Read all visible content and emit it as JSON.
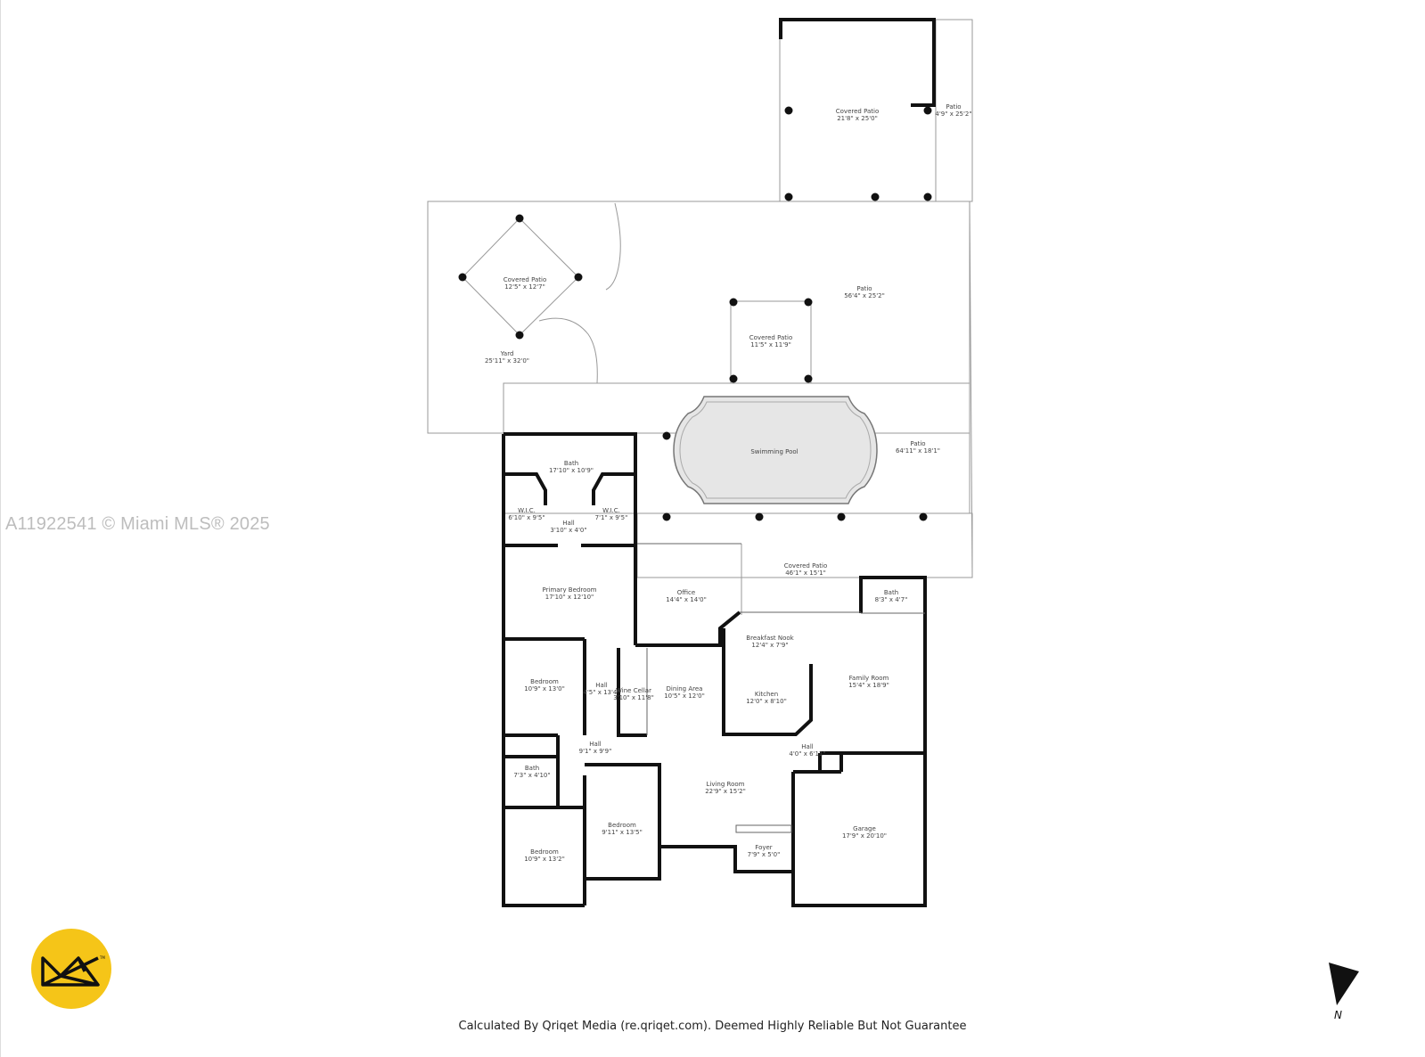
{
  "watermark": "A11922541 © Miami MLS® 2025",
  "footer": "Calculated By Qriqet Media (re.qriqet.com). Deemed Highly Reliable But Not Guarantee",
  "compass": "N",
  "logo_tm": "TM",
  "colors": {
    "logo": "#f5c518",
    "wall": "#111111",
    "line": "#888888",
    "pool": "#e6e6e6"
  },
  "rooms": [
    {
      "id": "covered-patio-top",
      "name": "Covered Patio",
      "dim": "21'8\" x 25'0\""
    },
    {
      "id": "patio-strip",
      "name": "Patio",
      "dim": "4'9\" x 25'2\""
    },
    {
      "id": "covered-patio-diamond",
      "name": "Covered Patio",
      "dim": "12'5\" x 12'7\""
    },
    {
      "id": "patio-large",
      "name": "Patio",
      "dim": "56'4\" x 25'2\""
    },
    {
      "id": "covered-patio-small",
      "name": "Covered Patio",
      "dim": "11'5\" x 11'9\""
    },
    {
      "id": "yard",
      "name": "Yard",
      "dim": "25'11\" x 32'0\""
    },
    {
      "id": "swimming-pool",
      "name": "Swimming Pool",
      "dim": ""
    },
    {
      "id": "patio-pool",
      "name": "Patio",
      "dim": "64'11\" x 18'1\""
    },
    {
      "id": "bath-primary",
      "name": "Bath",
      "dim": "17'10\" x 10'9\""
    },
    {
      "id": "wic-left",
      "name": "W.I.C.",
      "dim": "6'10\" x 9'5\""
    },
    {
      "id": "wic-right",
      "name": "W.I.C.",
      "dim": "7'1\" x 9'5\""
    },
    {
      "id": "hall-primary",
      "name": "Hall",
      "dim": "3'10\" x 4'0\""
    },
    {
      "id": "primary-bedroom",
      "name": "Primary Bedroom",
      "dim": "17'10\" x 12'10\""
    },
    {
      "id": "office",
      "name": "Office",
      "dim": "14'4\" x 14'0\""
    },
    {
      "id": "covered-patio-rear",
      "name": "Covered Patio",
      "dim": "46'1\" x 15'1\""
    },
    {
      "id": "bath-family",
      "name": "Bath",
      "dim": "8'3\" x 4'7\""
    },
    {
      "id": "breakfast-nook",
      "name": "Breakfast Nook",
      "dim": "12'4\" x 7'9\""
    },
    {
      "id": "family-room",
      "name": "Family Room",
      "dim": "15'4\" x 18'9\""
    },
    {
      "id": "bedroom-1",
      "name": "Bedroom",
      "dim": "10'9\" x 13'0\""
    },
    {
      "id": "hall-bedrooms",
      "name": "Hall",
      "dim": "4'5\" x 13'4\""
    },
    {
      "id": "wine-cellar",
      "name": "Wine Cellar",
      "dim": "3'10\" x 11'8\""
    },
    {
      "id": "dining-area",
      "name": "Dining Area",
      "dim": "10'5\" x 12'0\""
    },
    {
      "id": "kitchen",
      "name": "Kitchen",
      "dim": "12'0\" x 8'10\""
    },
    {
      "id": "hall-center",
      "name": "Hall",
      "dim": "9'1\" x 9'9\""
    },
    {
      "id": "hall-garage",
      "name": "Hall",
      "dim": "4'0\" x 6'11\""
    },
    {
      "id": "bath-hall",
      "name": "Bath",
      "dim": "7'3\" x 4'10\""
    },
    {
      "id": "living-room",
      "name": "Living Room",
      "dim": "22'9\" x 15'2\""
    },
    {
      "id": "bedroom-2",
      "name": "Bedroom",
      "dim": "9'11\" x 13'5\""
    },
    {
      "id": "garage",
      "name": "Garage",
      "dim": "17'9\" x 20'10\""
    },
    {
      "id": "foyer",
      "name": "Foyer",
      "dim": "7'9\" x 5'0\""
    },
    {
      "id": "bedroom-3",
      "name": "Bedroom",
      "dim": "10'9\" x 13'2\""
    }
  ]
}
